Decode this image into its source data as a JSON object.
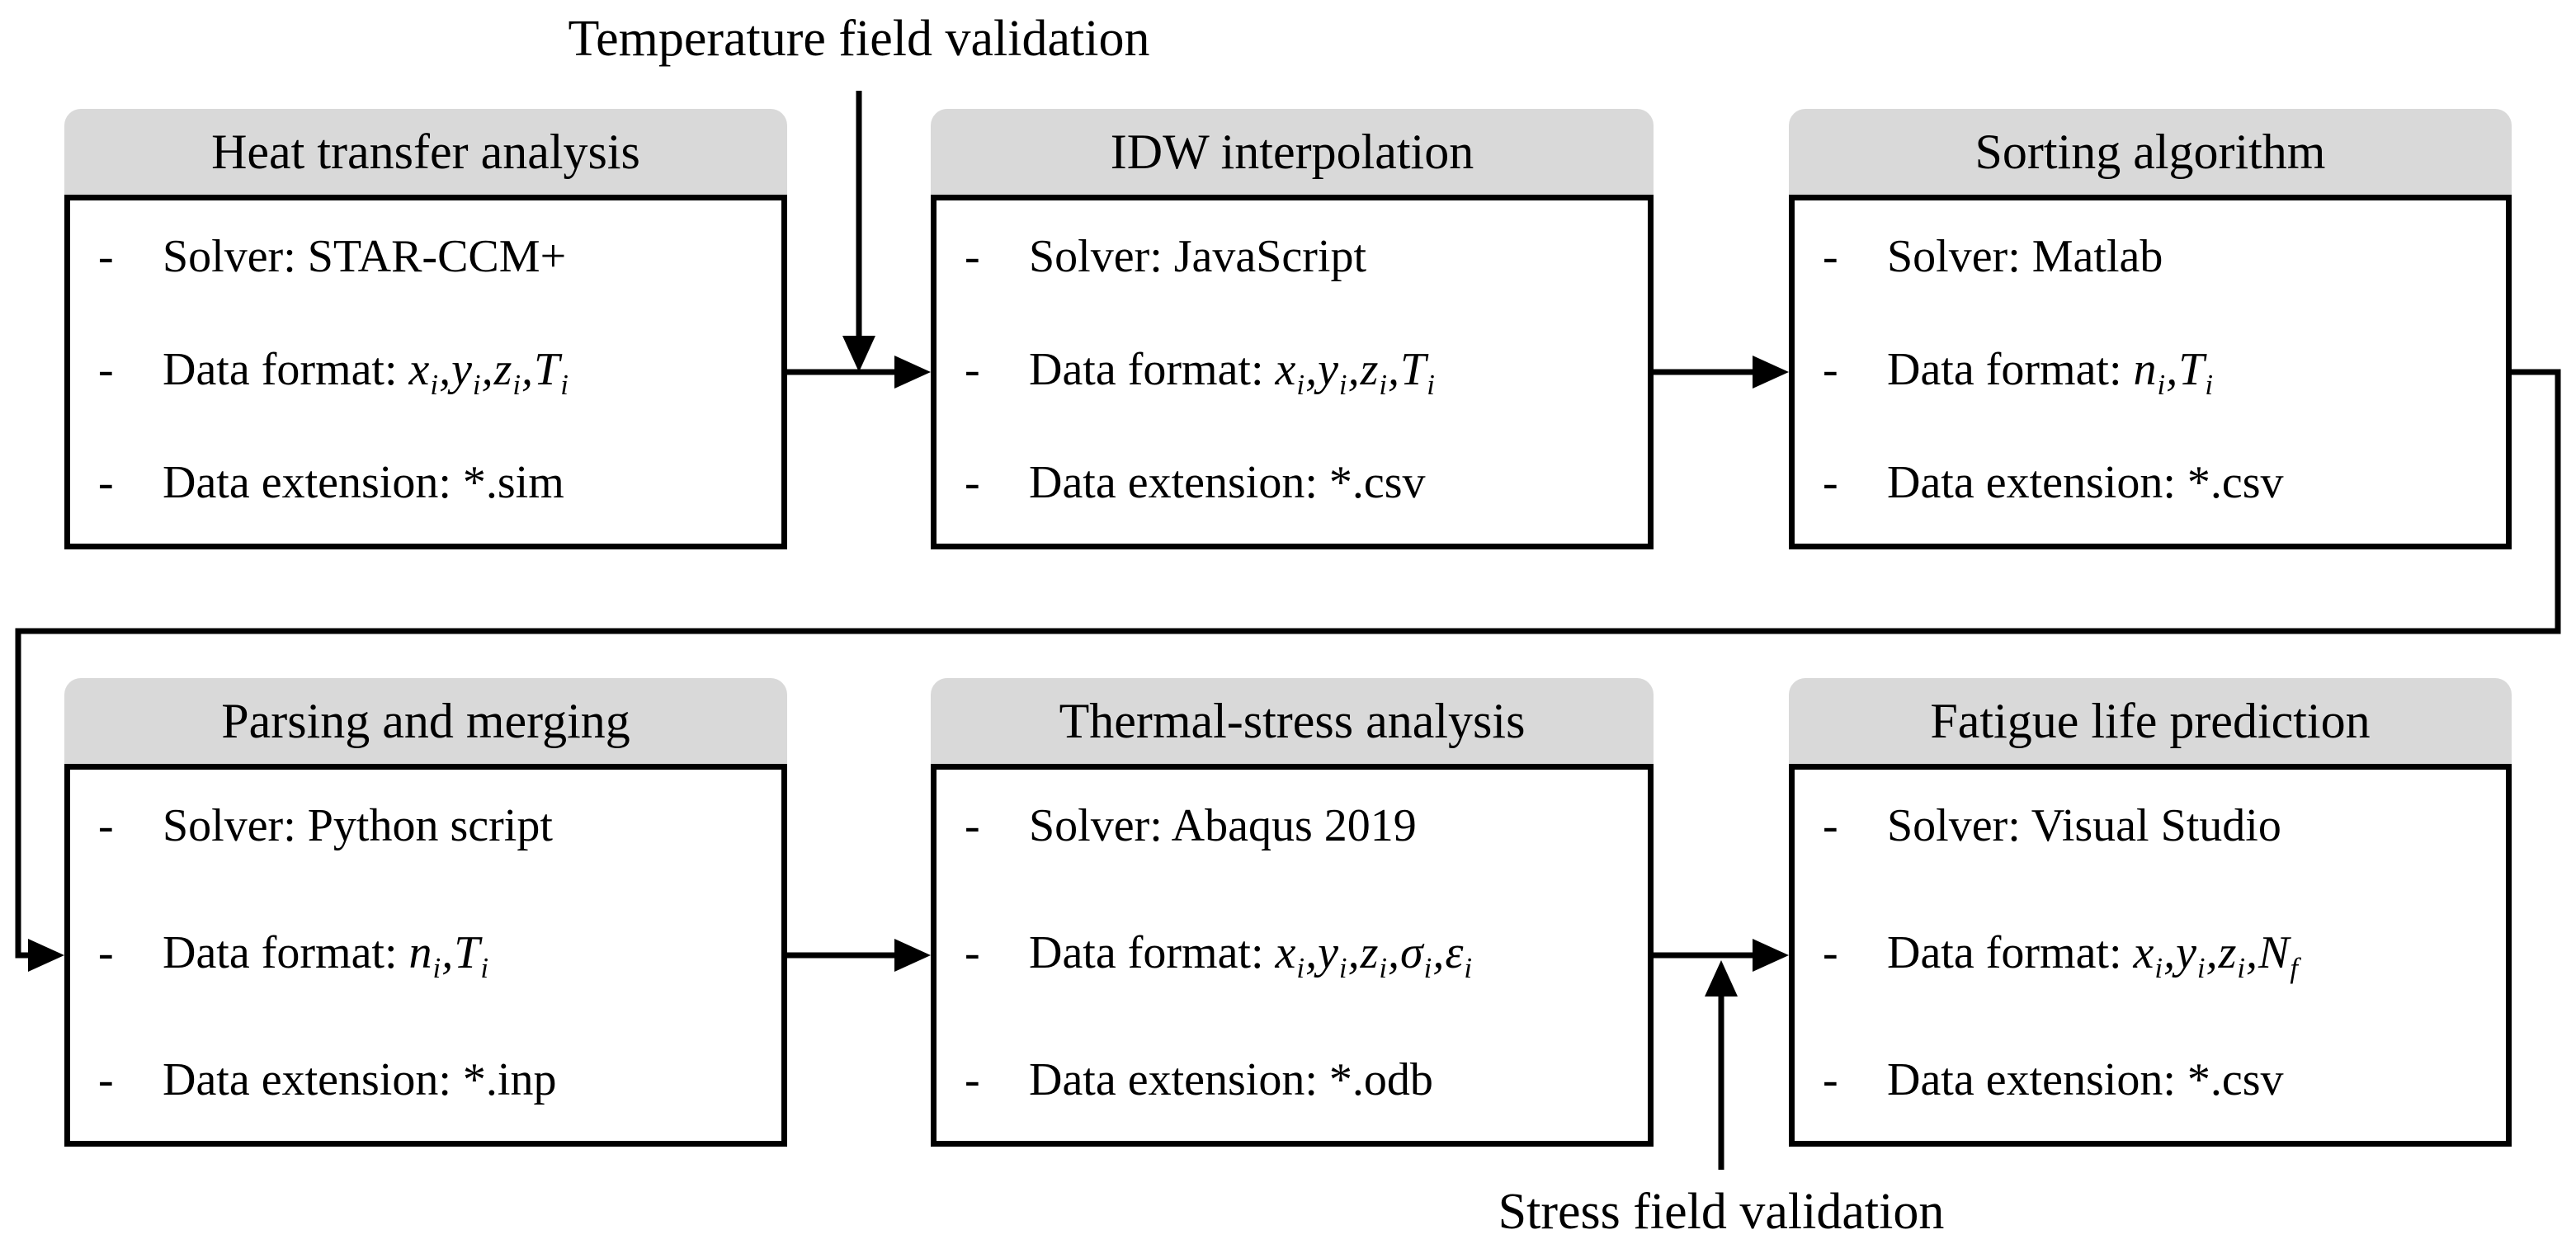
{
  "ui": {
    "bullet": "-",
    "colors": {
      "header_fill": "#d9d9d9",
      "line": "#000000",
      "background": "#ffffff"
    }
  },
  "annotations": {
    "top": "Temperature field validation",
    "bottom": "Stress field validation"
  },
  "boxes": [
    {
      "title": "Heat transfer analysis",
      "lines": [
        {
          "text": "Solver: STAR-CCM+"
        },
        {
          "text": "Data format:",
          "math": "x_i,y_i,z_i,T_i"
        },
        {
          "text": "Data extension: *.sim"
        }
      ]
    },
    {
      "title": "IDW interpolation",
      "lines": [
        {
          "text": "Solver: JavaScript"
        },
        {
          "text": "Data format:",
          "math": "x_i,y_i,z_i,T_i"
        },
        {
          "text": "Data extension: *.csv"
        }
      ]
    },
    {
      "title": "Sorting algorithm",
      "lines": [
        {
          "text": "Solver: Matlab"
        },
        {
          "text": "Data format:",
          "math": "n_i,T_i"
        },
        {
          "text": "Data extension: *.csv"
        }
      ]
    },
    {
      "title": "Parsing and merging",
      "lines": [
        {
          "text": "Solver: Python script"
        },
        {
          "text": "Data format:",
          "math": "n_i,T_i"
        },
        {
          "text": "Data extension: *.inp"
        }
      ]
    },
    {
      "title": "Thermal-stress analysis",
      "lines": [
        {
          "text": "Solver: Abaqus 2019"
        },
        {
          "text": "Data format:",
          "math": "x_i,y_i,z_i,σ_i,ε_i"
        },
        {
          "text": "Data extension: *.odb"
        }
      ]
    },
    {
      "title": "Fatigue life prediction",
      "lines": [
        {
          "text": "Solver: Visual Studio"
        },
        {
          "text": "Data format:",
          "math": "x_i,y_i,z_i,N_f"
        },
        {
          "text": "Data extension: *.csv"
        }
      ]
    }
  ]
}
